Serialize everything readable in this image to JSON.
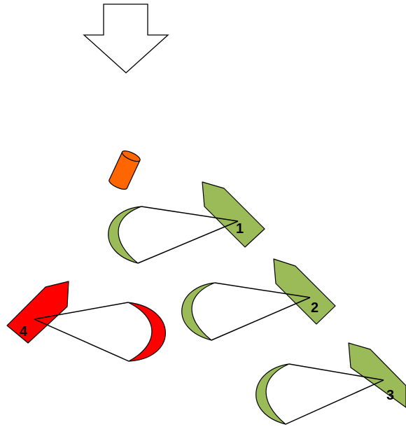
{
  "colors": {
    "green": "#9bbb59",
    "red": "#ff0000",
    "orange": "#ff6600",
    "arrow_fill": "#ffffff",
    "outline": "#000000"
  },
  "markers": {
    "marker_1": "1",
    "marker_2": "2",
    "marker_3": "3",
    "marker_4": "4"
  },
  "icons": {
    "direction": "down-arrow-icon",
    "buoy": "cylinder-buoy-icon",
    "boat": "pentagon-boat-icon",
    "sail": "crescent-sail-icon"
  }
}
